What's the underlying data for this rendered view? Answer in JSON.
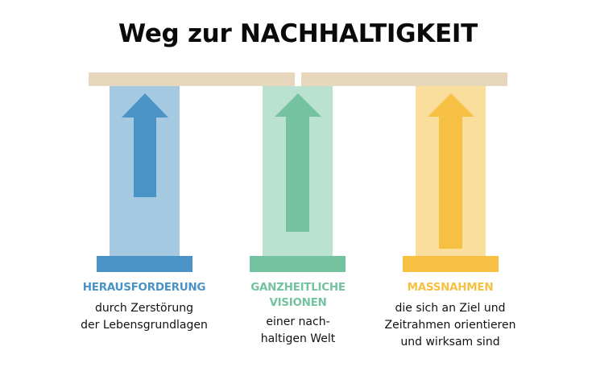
{
  "title": "Weg zur NACHHALTIGKEIT",
  "colors": {
    "beam": "#e6d7bd",
    "pillar_1_light": "#a6c9e2",
    "pillar_1_dark": "#4a93c6",
    "pillar_2_light": "#bbe1d0",
    "pillar_2_dark": "#74c2a0",
    "pillar_3_light": "#f9de9e",
    "pillar_3_dark": "#f6c143"
  },
  "pillars": [
    {
      "heading_lines": [
        "HERAUSFORDERUNG"
      ],
      "text_lines": [
        "durch Zerstörung",
        "der Lebensgrundlagen"
      ],
      "arrow_length": "short"
    },
    {
      "heading_lines": [
        "GANZHEITLICHE",
        "VISIONEN"
      ],
      "text_lines": [
        "einer nach-",
        "haltigen Welt"
      ],
      "arrow_length": "medium"
    },
    {
      "heading_lines": [
        "MASSNAHMEN"
      ],
      "text_lines": [
        "die sich an Ziel und",
        "Zeitrahmen orientieren",
        "und wirksam sind"
      ],
      "arrow_length": "long"
    }
  ]
}
